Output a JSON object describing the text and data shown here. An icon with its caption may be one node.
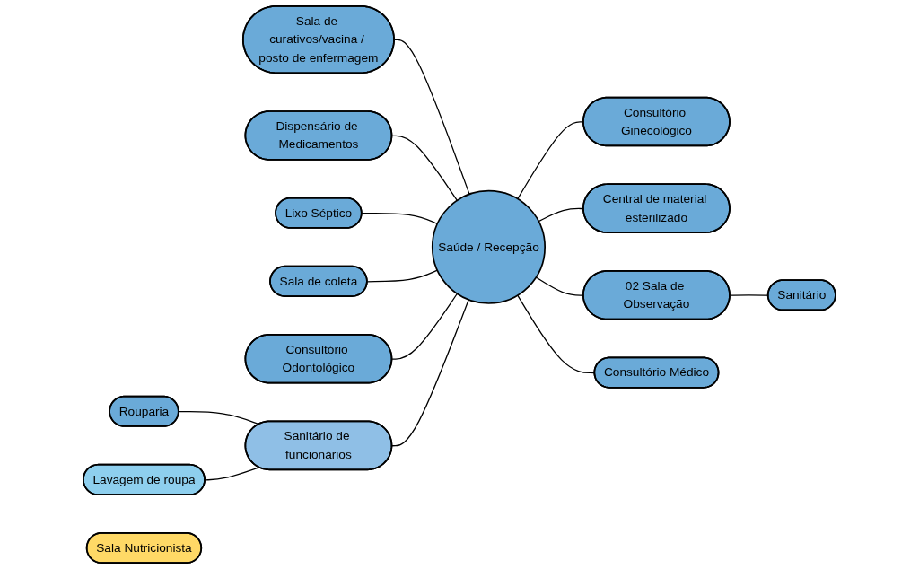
{
  "diagram": {
    "nodes": [
      {
        "text": [
          "Sala de curativos/vacina / posto de enfermagem"
        ]
      },
      {
        "text": [
          "Dispensário de Medicamentos"
        ]
      },
      {
        "text": [
          "Rouparia"
        ]
      },
      {
        "text": [
          "Lixo Séptico"
        ]
      },
      {
        "text": [
          "Lavagem de roupa"
        ]
      },
      {
        "text": [
          "Sala de coleta"
        ]
      },
      {
        "text": [
          "Sanitário de funcionários"
        ]
      },
      {
        "text": [
          "Consultório Odontológico"
        ]
      },
      {
        "text": [
          "Saúde / Recepção"
        ]
      },
      {
        "text": [
          "Consultório Ginecológico"
        ]
      },
      {
        "text": [
          "Central de material esterilizado"
        ]
      },
      {
        "text": [
          "02 Sala de Observação"
        ]
      },
      {
        "text": [
          "Consultório Médico"
        ]
      },
      {
        "text": [
          "Sala Nutricionista"
        ]
      },
      {
        "text": [
          "Sanitário"
        ]
      }
    ],
    "edges": [
      {
        "from": 0,
        "to": 8,
        "arrow": "none"
      },
      {
        "from": 1,
        "to": 8,
        "arrow": "none"
      },
      {
        "from": 3,
        "to": 8,
        "arrow": "none"
      },
      {
        "from": 5,
        "to": 8,
        "arrow": "none"
      },
      {
        "from": 7,
        "to": 8,
        "arrow": "none"
      },
      {
        "from": 6,
        "to": 8,
        "arrow": "none"
      },
      {
        "from": 2,
        "to": 6,
        "arrow": "none"
      },
      {
        "from": 4,
        "to": 6,
        "arrow": "none"
      },
      {
        "from": 8,
        "to": 9,
        "arrow": "none"
      },
      {
        "from": 8,
        "to": 10,
        "arrow": "none"
      },
      {
        "from": 8,
        "to": 11,
        "arrow": "none"
      },
      {
        "from": 8,
        "to": 12,
        "arrow": "none"
      },
      {
        "from": 11,
        "to": 14,
        "arrow": "none"
      }
    ]
  }
}
